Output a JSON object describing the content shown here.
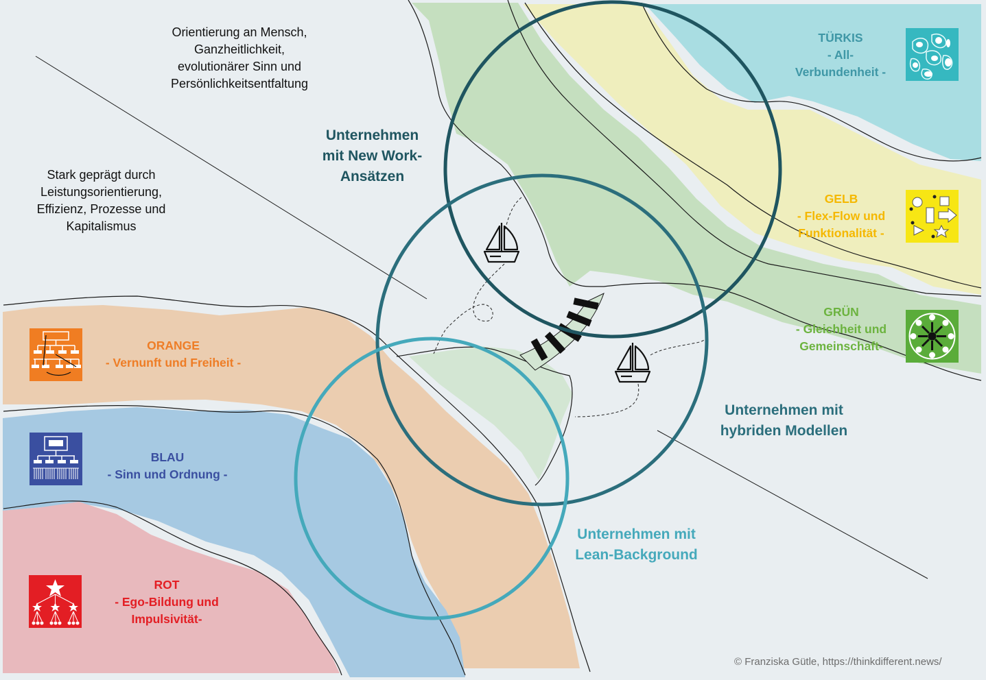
{
  "descriptions": {
    "top": [
      "Orientierung an Mensch,",
      "Ganzheitlichkeit,",
      "evolutionärer Sinn und",
      "Persönlichkeitsentfaltung"
    ],
    "left": [
      "Stark geprägt durch",
      "Leistungsorientierung,",
      "Effizienz, Prozesse und",
      "Kapitalismus"
    ]
  },
  "levels": {
    "tuerkis": {
      "title": "TÜRKIS",
      "lines": [
        "- All-",
        "Verbundenheit -"
      ],
      "color": "#3f97a6",
      "fill": "#a9dde2",
      "icon": "cells-network-icon"
    },
    "gelb": {
      "title": "GELB",
      "lines": [
        "- Flex-Flow und",
        "Funktionalität -"
      ],
      "color": "#f5b800",
      "fill": "#efeebd",
      "icon": "flex-flow-shapes-icon"
    },
    "gruen": {
      "title": "GRÜN",
      "lines": [
        "-  Gleichheit und",
        "Gemeinschaft-"
      ],
      "color": "#6cb33f",
      "fill": "#c5dfbf",
      "icon": "community-circle-icon"
    },
    "orange": {
      "title": "ORANGE",
      "lines": [
        "- Vernunft und Freiheit -"
      ],
      "color": "#ee7d26",
      "fill": "#ebcdb0",
      "icon": "org-chart-arrows-icon"
    },
    "blau": {
      "title": "BLAU",
      "lines": [
        "- Sinn und Ordnung -"
      ],
      "color": "#3a4fa0",
      "fill": "#a6c9e2",
      "icon": "hierarchy-chart-icon"
    },
    "rot": {
      "title": "ROT",
      "lines": [
        "- Ego-Bildung und",
        "Impulsivität-"
      ],
      "color": "#e31e24",
      "fill": "#e8b9bd",
      "icon": "star-hierarchy-icon"
    }
  },
  "companies": {
    "new_work": {
      "lines": [
        "Unternehmen",
        "mit New Work-",
        "Ansätzen"
      ],
      "color": "#1f5560"
    },
    "hybrid": {
      "lines": [
        "Unternehmen mit",
        "hybriden Modellen"
      ],
      "color": "#2b6e7c"
    },
    "lean": {
      "lines": [
        "Unternehmen mit",
        "Lean-Background"
      ],
      "color": "#45a9bb"
    }
  },
  "copyright": "© Franziska Gütle, https://thinkdifferent.news/"
}
